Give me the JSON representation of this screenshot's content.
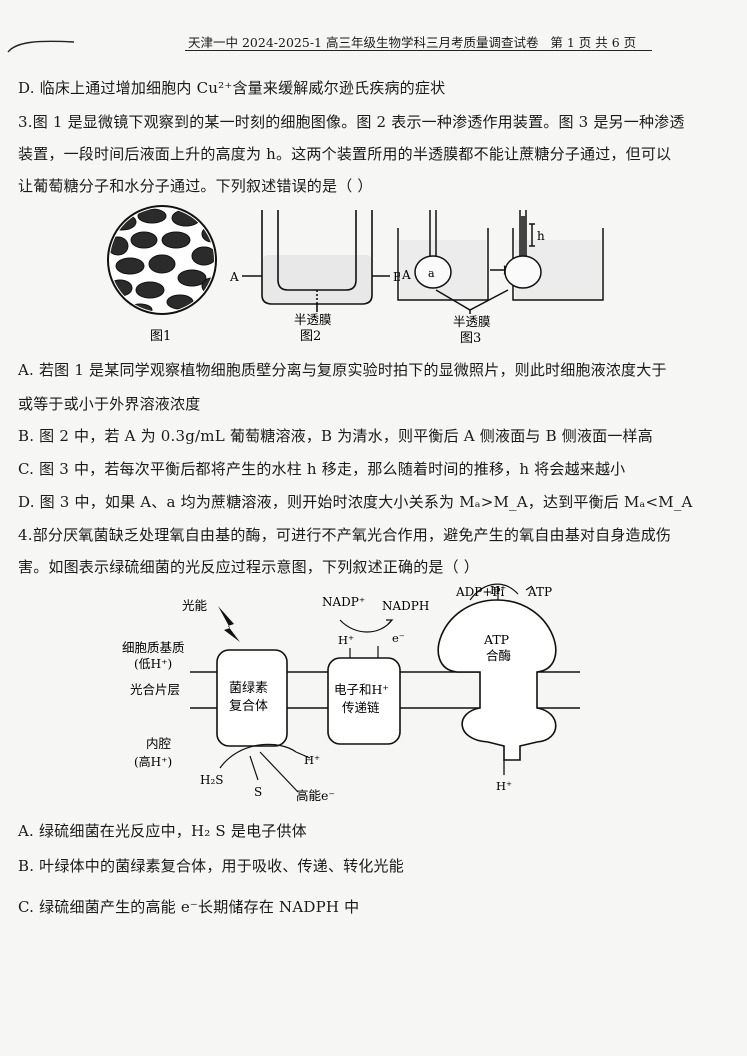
{
  "header": {
    "title": "天津一中 2024-2025-1 高三年级生物学科三月考质量调查试卷",
    "page": "第 1 页 共 6 页"
  },
  "lines": {
    "q2d": "D. 临床上通过增加细胞内 Cu²⁺含量来缓解威尔逊氏疾病的症状",
    "q3_l1": "3.图 1 是显微镜下观察到的某一时刻的细胞图像。图 2 表示一种渗透作用装置。图 3 是另一种渗透",
    "q3_l2": "装置，一段时间后液面上升的高度为 h。这两个装置所用的半透膜都不能让蔗糖分子通过，但可以",
    "q3_l3": "让葡萄糖分子和水分子通过。下列叙述错误的是（    ）",
    "q3a_l1": "A. 若图 1 是某同学观察植物细胞质壁分离与复原实验时拍下的显微照片，则此时细胞液浓度大于",
    "q3a_l2": "或等于或小于外界溶液浓度",
    "q3b": "B. 图 2 中，若 A 为 0.3g/mL 葡萄糖溶液，B 为清水，则平衡后 A 侧液面与 B 侧液面一样高",
    "q3c": "C. 图 3 中，若每次平衡后都将产生的水柱 h 移走，那么随着时间的推移，h 将会越来越小",
    "q3d": "D. 图 3 中，如果 A、a 均为蔗糖溶液，则开始时浓度大小关系为 Mₐ>M_A，达到平衡后 Mₐ<M_A",
    "q4_l1": "4.部分厌氧菌缺乏处理氧自由基的酶，可进行不产氧光合作用，避免产生的氧自由基对自身造成伤",
    "q4_l2": "害。如图表示绿硫细菌的光反应过程示意图，下列叙述正确的是（    ）",
    "q4a": "A. 绿硫细菌在光反应中，H₂ S 是电子供体",
    "q4b": "B. 叶绿体中的菌绿素复合体，用于吸收、传递、转化光能",
    "q4c": "C. 绿硫细菌产生的高能 e⁻长期储存在 NADPH 中"
  },
  "fig1": {
    "fig1_label": "图1",
    "fig2_label": "图2",
    "fig3_label": "图3",
    "label_A": "A",
    "label_B": "B",
    "label_A3": "A",
    "label_a3": "a",
    "label_h": "h",
    "membrane_2": "半透膜",
    "membrane_3": "半透膜"
  },
  "fig2": {
    "light": "光能",
    "stroma_1": "细胞质基质",
    "stroma_2": "(低H⁺)",
    "layer": "光合片层",
    "lumen_1": "内腔",
    "lumen_2": "(高H⁺)",
    "complex_1": "菌绿素",
    "complex_2": "复合体",
    "chain_1": "电子和H⁺",
    "chain_2": "传递链",
    "atp_1": "ATP",
    "atp_2": "合酶",
    "nadp": "NADP⁺",
    "nadph": "NADPH",
    "h_plus_top": "H⁺",
    "e_minus": "e⁻",
    "adp": "ADP+Pi",
    "h_plus_atp": "H⁺",
    "atp_out": "ATP",
    "h_plus_lumen": "H⁺",
    "h2s": "H₂S",
    "s": "S",
    "high_e": "高能e⁻",
    "h_plus_bottom": "H⁺"
  }
}
